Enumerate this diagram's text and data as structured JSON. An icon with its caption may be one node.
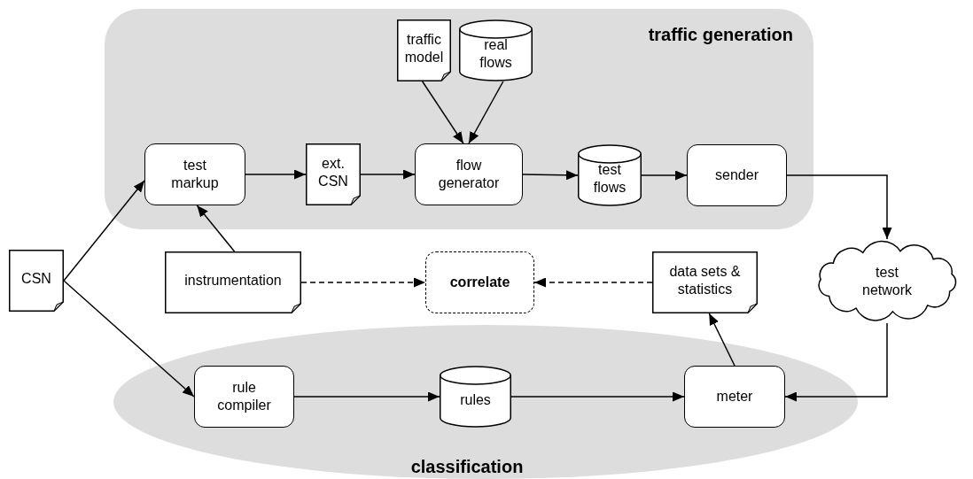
{
  "diagram": {
    "nodes": [
      {
        "text": [
          "traffic generation"
        ]
      },
      {
        "text": [
          "traffic model"
        ],
        "in": 0
      },
      {
        "text": [
          "real flows"
        ],
        "in": 0
      },
      {
        "text": [
          "test markup"
        ],
        "in": 0
      },
      {
        "text": [
          "ext. CSN"
        ],
        "in": 0
      },
      {
        "text": [
          "flow generator"
        ],
        "in": 0
      },
      {
        "text": [
          "test flows"
        ],
        "in": 0
      },
      {
        "text": [
          "sender"
        ],
        "in": 0
      },
      {
        "text": [
          "CSN"
        ]
      },
      {
        "text": [
          "instrumentation"
        ]
      },
      {
        "text": [
          "correlate"
        ]
      },
      {
        "text": [
          "data sets & statistics"
        ]
      },
      {
        "text": [
          "test network"
        ]
      },
      {
        "text": [
          "classification"
        ]
      },
      {
        "text": [
          "rule compiler"
        ],
        "in": 13
      },
      {
        "text": [
          "rules"
        ],
        "in": 13
      },
      {
        "text": [
          "meter"
        ],
        "in": 13
      }
    ],
    "edges": [
      {
        "from": 8,
        "to": 3,
        "arrow": "to"
      },
      {
        "from": 8,
        "to": 14,
        "arrow": "to"
      },
      {
        "from": 9,
        "to": 3,
        "arrow": "to"
      },
      {
        "from": 3,
        "to": 4,
        "arrow": "to"
      },
      {
        "from": 4,
        "to": 5,
        "arrow": "to"
      },
      {
        "from": 1,
        "to": 5,
        "arrow": "to"
      },
      {
        "from": 2,
        "to": 5,
        "arrow": "to"
      },
      {
        "from": 5,
        "to": 6,
        "arrow": "to"
      },
      {
        "from": 6,
        "to": 7,
        "arrow": "to"
      },
      {
        "from": 7,
        "to": 12,
        "arrow": "to"
      },
      {
        "from": 9,
        "to": 10,
        "arrow": "to",
        "style": "dashed"
      },
      {
        "from": 11,
        "to": 10,
        "arrow": "to",
        "style": "dashed"
      },
      {
        "from": 12,
        "to": 16,
        "arrow": "to"
      },
      {
        "from": 14,
        "to": 15,
        "arrow": "to"
      },
      {
        "from": 15,
        "to": 16,
        "arrow": "to"
      },
      {
        "from": 16,
        "to": 11,
        "arrow": "to"
      }
    ]
  }
}
